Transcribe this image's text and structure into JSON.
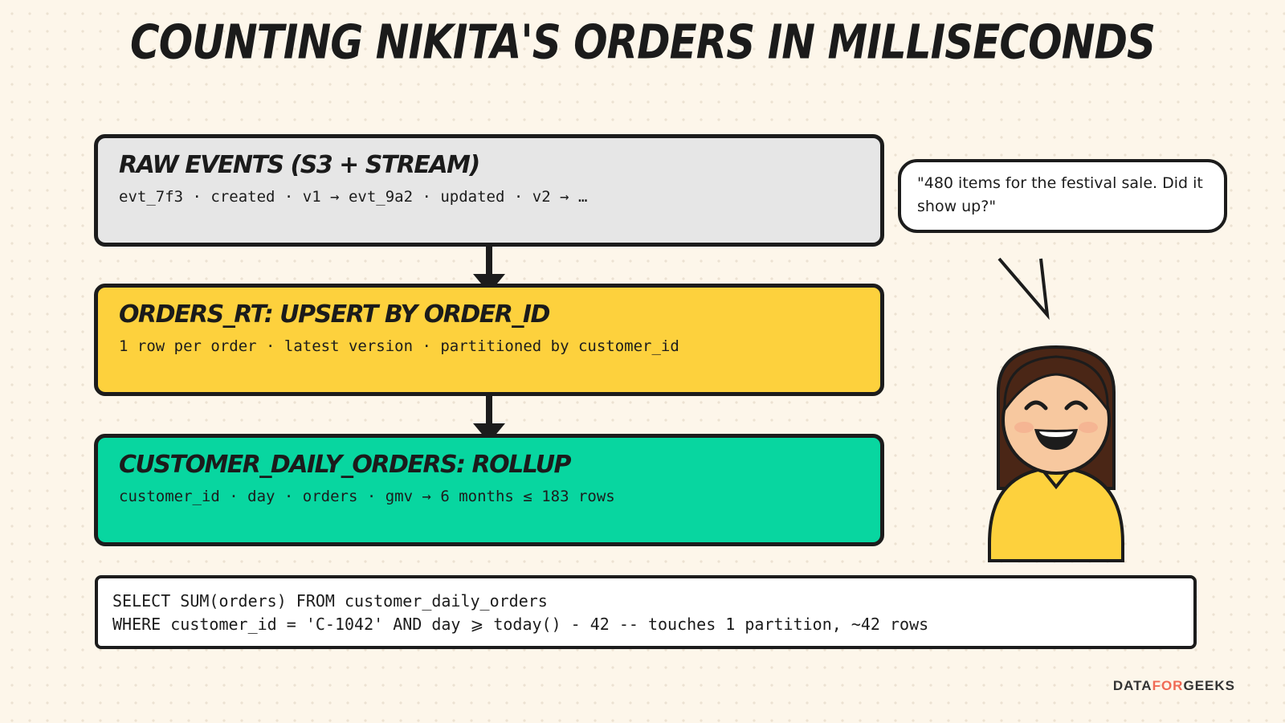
{
  "title": "COUNTING NIKITA'S ORDERS IN MILLISECONDS",
  "stages": [
    {
      "title": "RAW EVENTS (S3 + STREAM)",
      "description": "evt_7f3 · created · v1 → evt_9a2 · updated · v2 → …",
      "color": "#e6e6e6"
    },
    {
      "title": "ORDERS_RT: UPSERT BY ORDER_ID",
      "description": "1 row per order · latest version · partitioned by customer_id",
      "color": "#fdd13d"
    },
    {
      "title": "CUSTOMER_DAILY_ORDERS: ROLLUP",
      "description": "customer_id · day · orders · gmv → 6 months ≤ 183 rows",
      "color": "#08d6a0"
    }
  ],
  "speech_bubble": {
    "text": "\"480 items for the festival sale. Did it show up?\""
  },
  "query": {
    "lines": [
      "SELECT SUM(orders) FROM customer_daily_orders",
      "WHERE customer_id = 'C-1042' AND day ⩾ today() - 42 -- touches 1 partition, ~42 rows"
    ]
  },
  "logo": {
    "part1": "DATA",
    "part2": "FOR",
    "part3": "GEEKS",
    "accent_color": "#f06a55"
  },
  "icons": {
    "connector": "down-arrow-icon",
    "character": "smiling-person-icon"
  }
}
